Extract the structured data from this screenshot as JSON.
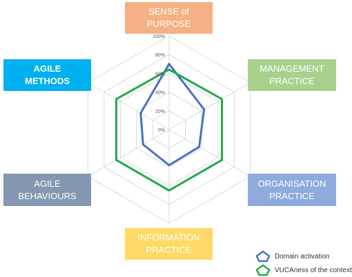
{
  "chart_data": {
    "type": "radar",
    "categories": [
      "SENSE of\nPURPOSE",
      "MANAGEMENT\nPRACTICE",
      "ORGANISATION\nPRACTICE",
      "INFORMATION\nPRACTICE",
      "AGILE\nBEHAVIOURS",
      "AGILE\nMETHODS"
    ],
    "category_colors": [
      "#f4b183",
      "#a9d18e",
      "#8faadc",
      "#ffd966",
      "#8497b0",
      "#00b0f0"
    ],
    "ticks": [
      "0%",
      "20%",
      "40%",
      "60%",
      "80%",
      "100%"
    ],
    "range": [
      0,
      100
    ],
    "grid": true,
    "legend_position": "bottom-right",
    "series": [
      {
        "name": "Domain activation",
        "color": "#4472c4",
        "values": [
          70,
          43,
          37,
          38,
          32,
          35
        ]
      },
      {
        "name": "VUCAness of the context",
        "color": "#22a84a",
        "values": [
          64,
          65,
          65,
          65,
          65,
          65
        ]
      }
    ]
  }
}
